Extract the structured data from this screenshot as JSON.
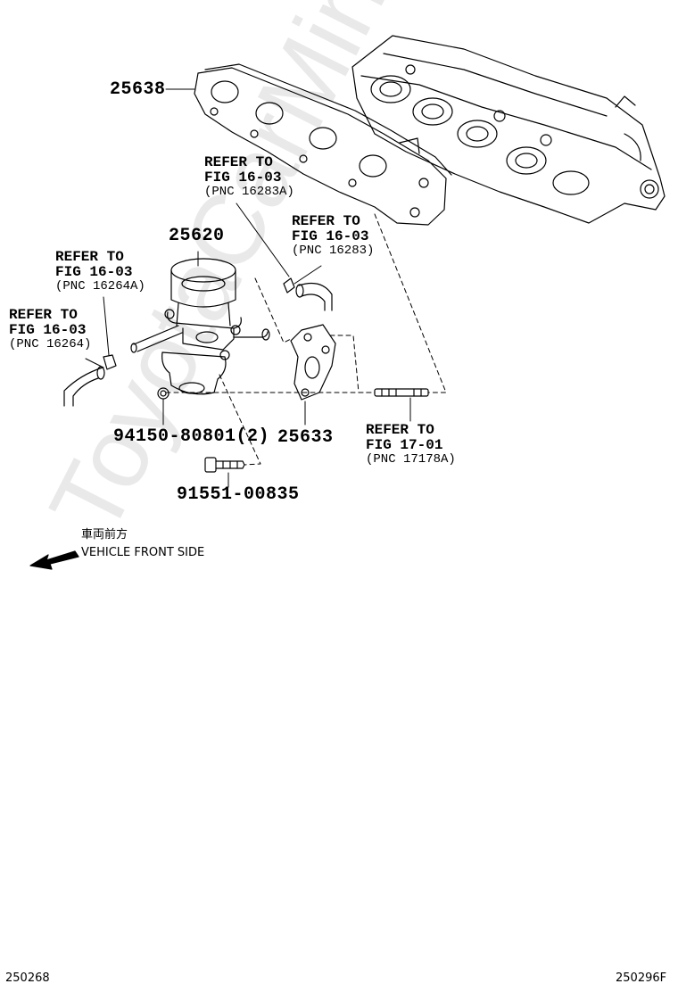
{
  "watermark": "ToyotaCarMiner.ru",
  "parts": [
    {
      "id": "p25638",
      "number": "25638"
    },
    {
      "id": "p25620",
      "number": "25620"
    },
    {
      "id": "p25633",
      "number": "25633"
    },
    {
      "id": "p94150",
      "number": "94150-80801(2)"
    },
    {
      "id": "p91551",
      "number": "91551-00835"
    }
  ],
  "references": [
    {
      "line1": "REFER TO",
      "line2": "FIG 16-03",
      "line3": "(PNC 16283A)"
    },
    {
      "line1": "REFER TO",
      "line2": "FIG 16-03",
      "line3": "(PNC 16283)"
    },
    {
      "line1": "REFER TO",
      "line2": "FIG 16-03",
      "line3": "(PNC 16264A)"
    },
    {
      "line1": "REFER TO",
      "line2": "FIG 16-03",
      "line3": "(PNC 16264)"
    },
    {
      "line1": "REFER TO",
      "line2": "FIG 17-01",
      "line3": "(PNC 17178A)"
    }
  ],
  "direction": {
    "japanese": "車両前方",
    "english": "VEHICLE FRONT SIDE"
  },
  "footer": {
    "left_code": "250268",
    "right_code": "250296F"
  }
}
